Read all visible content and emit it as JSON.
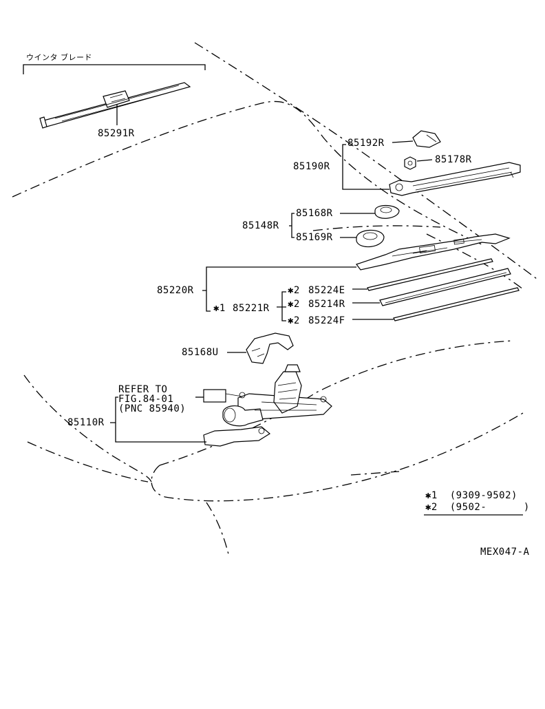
{
  "header": {
    "group_title": "ウインタ ブレード"
  },
  "parts": {
    "blade": "85291R",
    "cap": "85192R",
    "arm_assy": "85190R",
    "nut": "85178R",
    "packing_upper": "85168R",
    "packing_assy": "85148R",
    "packing_lower": "85169R",
    "blade_assy": "85220R",
    "blade_mark": "✱1",
    "blade_sub": "85221R",
    "rubber_e_mark": "✱2",
    "rubber_e": "85224E",
    "rubber_r_mark": "✱2",
    "rubber_r": "85214R",
    "rubber_f_mark": "✱2",
    "rubber_f": "85224F",
    "cover": "85168U",
    "motor": "85110R"
  },
  "refer": {
    "line1": "REFER TO",
    "line2": "FIG.84-01",
    "line3": "(PNC 85940)"
  },
  "legend": {
    "row1": "✱1  (9309-9502)",
    "row2": "✱2  (9502-      )"
  },
  "footer": {
    "code": "MEX047-A"
  }
}
